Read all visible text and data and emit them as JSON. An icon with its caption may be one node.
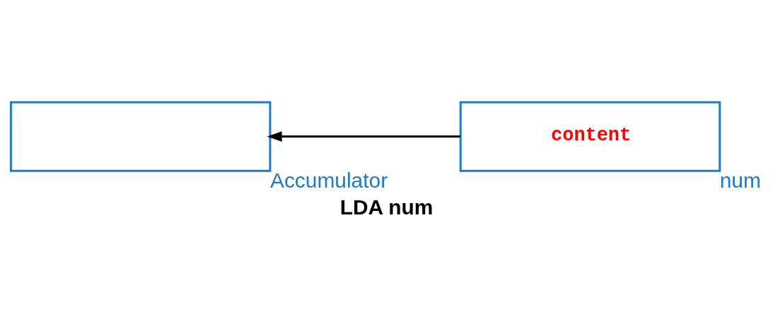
{
  "diagram": {
    "caption": "LDA num",
    "nodes": [
      {
        "text": [
          "content"
        ],
        "beside": [
          "num"
        ]
      },
      {
        "text": [],
        "shape": "box",
        "beside": [
          "Accumulator"
        ]
      }
    ],
    "edges": [
      {
        "from": 0,
        "to": 1,
        "arrow": "to"
      }
    ]
  }
}
